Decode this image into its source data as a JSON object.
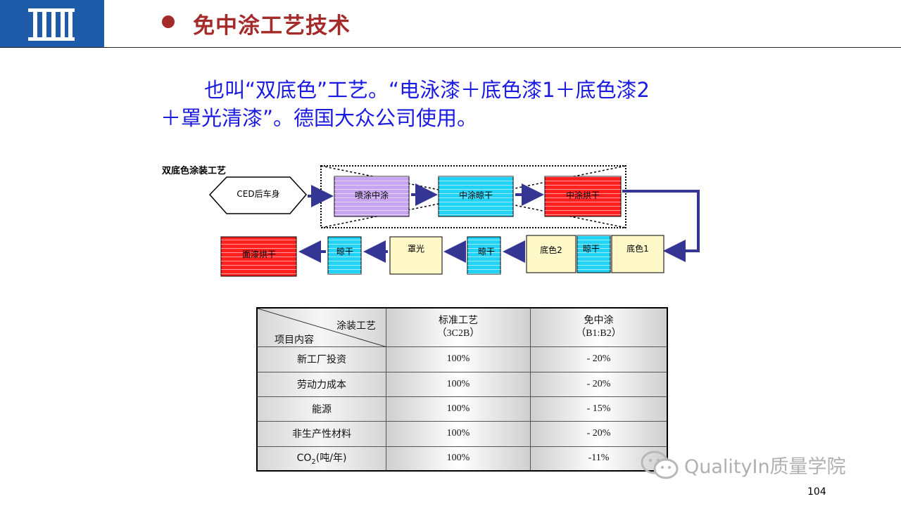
{
  "header": {
    "title": "免中涂工艺技术"
  },
  "intro": {
    "line1": "也叫“双底色”工艺。“电泳漆＋底色漆1＋底色漆2",
    "line2": "＋罩光清漆”。德国大众公司使用。"
  },
  "diagram": {
    "title": "双底色涂装工艺",
    "boxes": {
      "ced": "CED后车身",
      "spray_mid": "喷涂中涂",
      "mid_flash": "中涂晾干",
      "mid_bake": "中涂烘干",
      "base1": "底色1",
      "flash1": "晾干",
      "base2": "底色2",
      "flash2": "晾干",
      "clear": "罩光",
      "flash3": "晾干",
      "top_bake": "面漆烘干"
    },
    "colors": {
      "purple": "#c8a5f0",
      "cyan": "#22d3f5",
      "red": "#ff2020",
      "cream": "#fff8c8",
      "arrow": "#353593"
    }
  },
  "table": {
    "corner_top": "涂装工艺",
    "corner_bottom": "项目内容",
    "col1": {
      "name": "标准工艺",
      "sub": "（3C2B）"
    },
    "col2": {
      "name": "免中涂",
      "sub": "（B1:B2）"
    },
    "rows": [
      {
        "item": "新工厂投资",
        "std": "100%",
        "free": "- 20%"
      },
      {
        "item": "劳动力成本",
        "std": "100%",
        "free": "- 20%"
      },
      {
        "item": "能源",
        "std": "100%",
        "free": "- 15%"
      },
      {
        "item": "非生产性材料",
        "std": "100%",
        "free": "- 20%"
      },
      {
        "item_prefix": "CO",
        "item_sub": "2",
        "item_suffix": "(吨/年)",
        "std": "100%",
        "free": "-11%"
      }
    ]
  },
  "watermark": "QualityIn质量学院",
  "page_number": "104"
}
